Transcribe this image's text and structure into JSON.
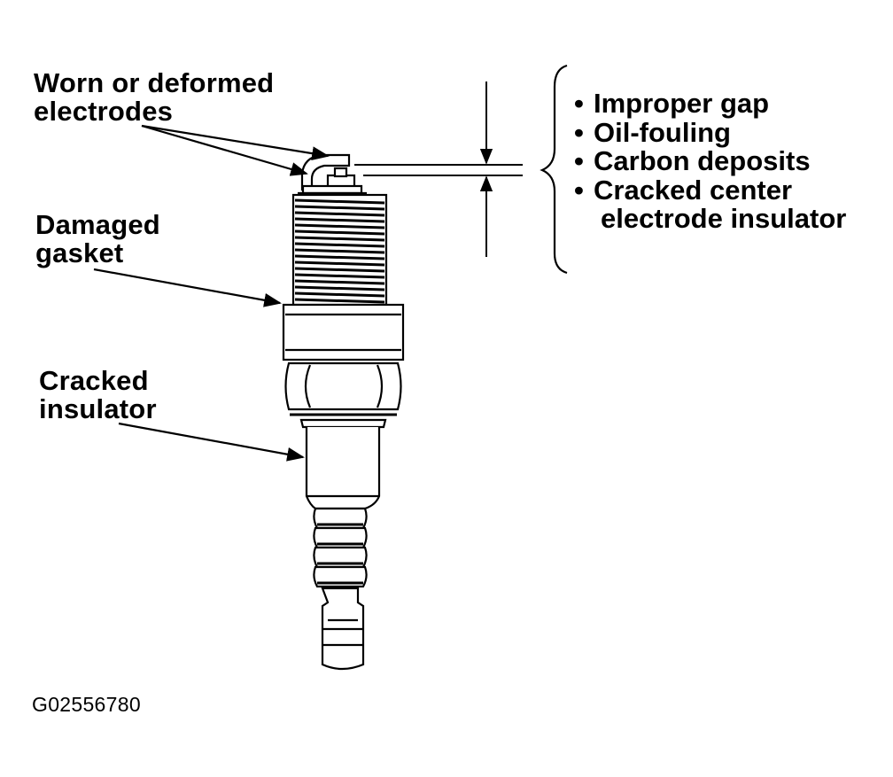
{
  "labels": {
    "worn_electrodes": [
      "Worn or deformed",
      "electrodes"
    ],
    "damaged_gasket": [
      "Damaged",
      "gasket"
    ],
    "cracked_insulator": [
      "Cracked",
      "insulator"
    ]
  },
  "gap_conditions": [
    "Improper gap",
    "Oil-fouling",
    "Carbon deposits",
    "Cracked center"
  ],
  "gap_conditions_continuation": "electrode insulator",
  "bullet_char": "•",
  "figure_code": "G02556780",
  "colors": {
    "ink": "#000000",
    "paper": "#ffffff"
  }
}
